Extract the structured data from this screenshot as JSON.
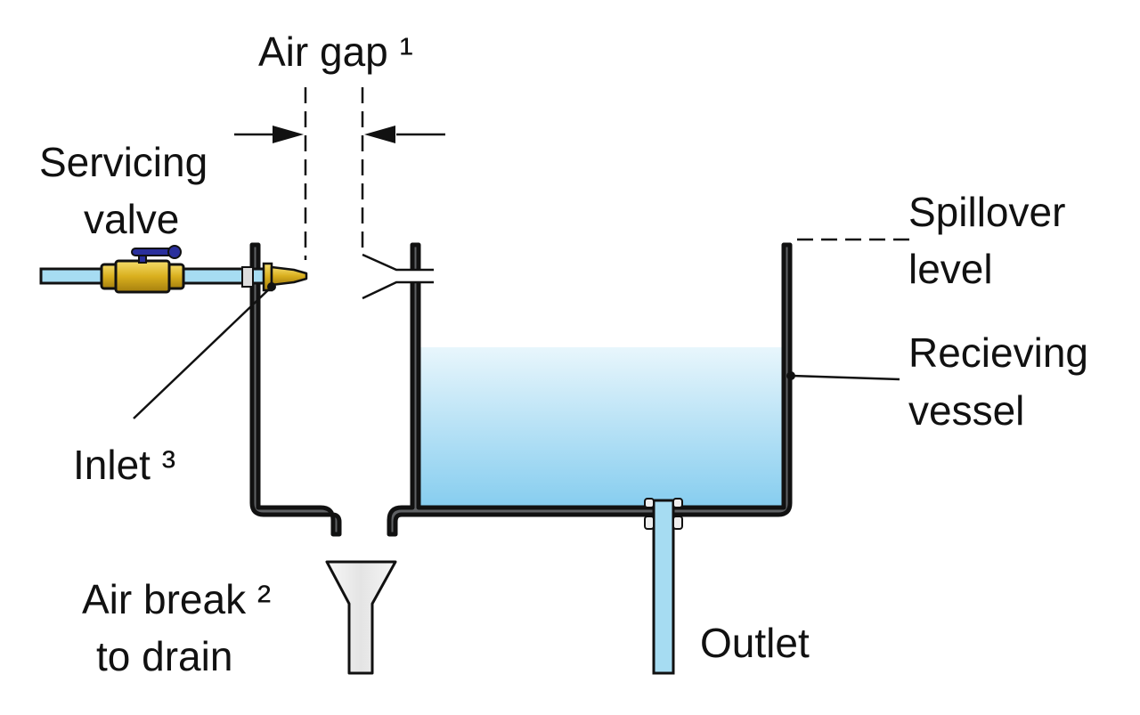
{
  "labels": {
    "air_gap": "Air gap ¹",
    "servicing_valve_line1": "Servicing",
    "servicing_valve_line2": "valve",
    "spillover_line1": "Spillover",
    "spillover_line2": "level",
    "receiving_line1": "Recieving",
    "receiving_line2": "vessel",
    "inlet": "Inlet ³",
    "air_break_line1": "Air break ²",
    "air_break_line2": "to drain",
    "outlet": "Outlet"
  },
  "colors": {
    "water": "#8fd0ee",
    "pipe": "#a6dcf2",
    "vessel_wall": "#5f6164",
    "brass": "#e0b92c",
    "valve_handle": "#2a2f9c",
    "funnel": "#ededed"
  },
  "icons": {
    "valve": "ball-valve-icon",
    "nozzle": "brass-nozzle-icon",
    "funnel": "drain-funnel-icon"
  }
}
